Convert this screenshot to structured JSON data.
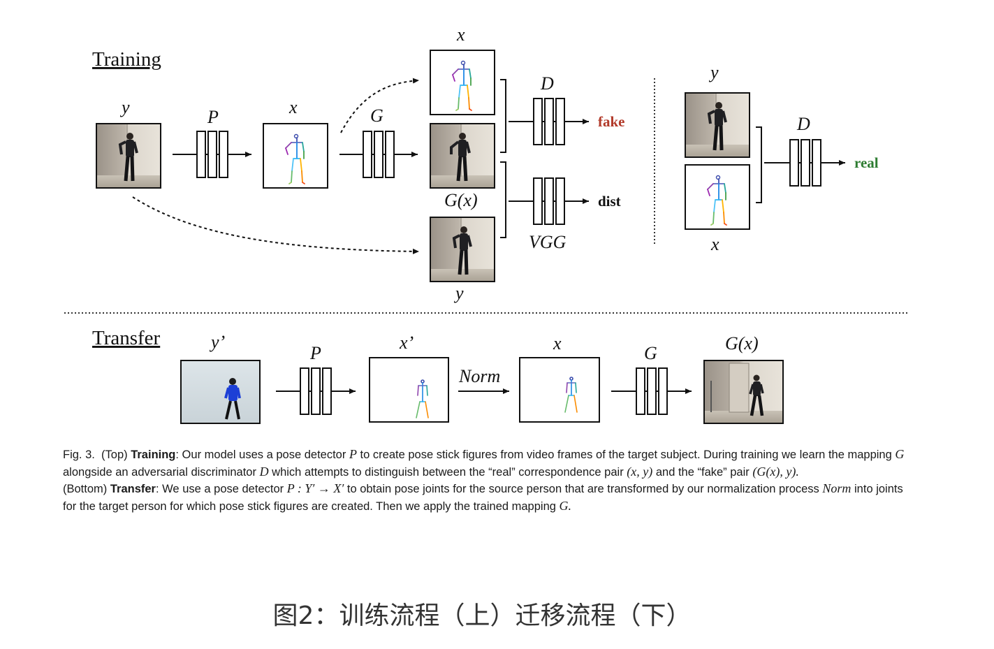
{
  "training": {
    "title": "Training",
    "labels": {
      "y_input": "y",
      "P": "P",
      "x_pose": "x",
      "G": "G",
      "x_top": "x",
      "G_x": "G(x)",
      "y_bottom": "y",
      "D": "D",
      "VGG": "VGG",
      "fake": "fake",
      "dist": "dist",
      "y_right": "y",
      "x_right": "x",
      "D_right": "D",
      "real": "real"
    }
  },
  "transfer": {
    "title": "Transfer",
    "labels": {
      "y_prime": "y’",
      "P": "P",
      "x_prime": "x’",
      "Norm": "Norm",
      "x": "x",
      "G": "G",
      "G_x": "G(x)"
    }
  },
  "colors": {
    "fake": "#b23a2a",
    "real": "#2e7d32"
  },
  "figure_caption": {
    "fig": "Fig. 3.",
    "top": "(Top)",
    "training_bold": "Training",
    "seg1": ": Our model uses a pose detector",
    "P1": "P",
    "seg2": "to create pose stick figures from video frames of the target subject. During training we learn the mapping",
    "G1": "G",
    "seg3": "alongside an adversarial discriminator",
    "D1": "D",
    "seg4": "which attempts to distinguish between the “real” correspondence pair",
    "pair1": "(x, y)",
    "seg5": "and the “fake” pair",
    "pair2": "(G(x), y).",
    "bottom": "(Bottom)",
    "transfer_bold": "Transfer",
    "seg6": ": We use a pose detector",
    "map": "P : Y′ → X′",
    "seg7": "to obtain pose joints for the source person that are transformed by our normalization process",
    "norm": "Norm",
    "seg8": "into joints for the target person for which pose stick figures are created. Then we apply the trained mapping",
    "G2": "G."
  },
  "chinese_caption": "图2：训练流程（上）迁移流程（下）"
}
